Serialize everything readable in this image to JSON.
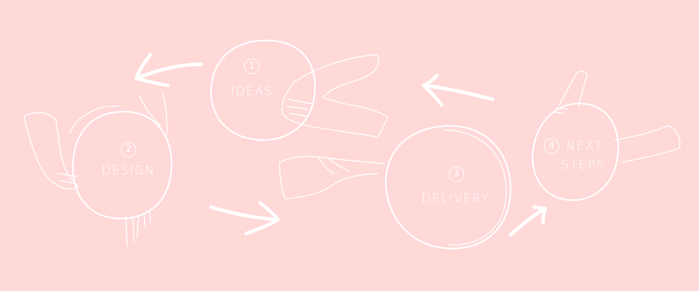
{
  "background_color": "#ffd8d8",
  "line_color": "#ffffff",
  "steps": [
    {
      "number": "1",
      "label": "IDEAS"
    },
    {
      "number": "2",
      "label": "DESIGN"
    },
    {
      "number": "3",
      "label": "DELIVERY"
    },
    {
      "number": "4",
      "label": "NEXT",
      "label_line2": "STEPS"
    }
  ]
}
